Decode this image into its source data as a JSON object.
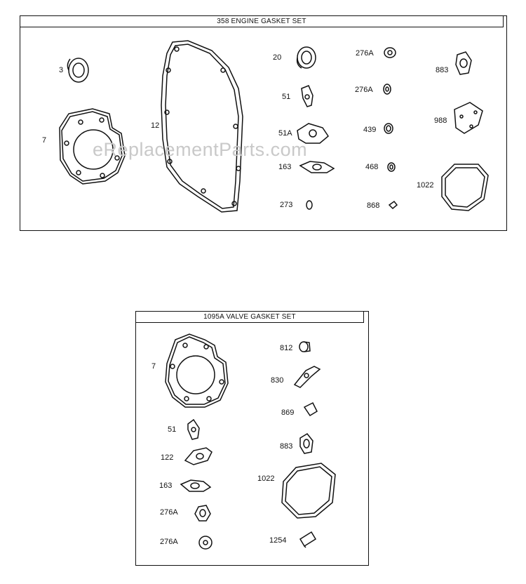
{
  "panels": [
    {
      "title": "358 ENGINE GASKET SET"
    },
    {
      "title": "1095A VALVE GASKET SET"
    }
  ],
  "engine_labels": [
    "3",
    "7",
    "12",
    "20",
    "51",
    "51A",
    "163",
    "273",
    "276A",
    "276A",
    "439",
    "468",
    "868",
    "883",
    "988",
    "1022"
  ],
  "valve_labels": [
    "7",
    "51",
    "122",
    "163",
    "276A",
    "276A",
    "812",
    "830",
    "869",
    "883",
    "1022",
    "1254"
  ],
  "watermark": "eReplacementParts.com"
}
